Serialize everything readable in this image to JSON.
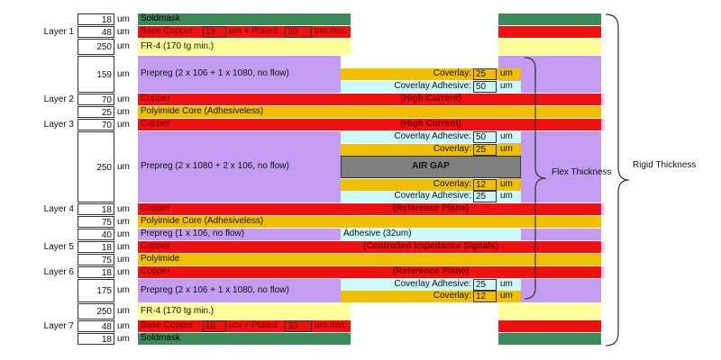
{
  "colors": {
    "soldmask": "#3a8a5a",
    "copper": "#ee1111",
    "fr4": "#ffff99",
    "prepreg": "#c49cf2",
    "coverlay": "#f0c000",
    "adhesive": "#ccfafa",
    "polyimide": "#f0c000",
    "airgap": "#808080",
    "pink": "#ffccff"
  },
  "unit": "um",
  "layers": [
    {
      "name": "",
      "thickness": "18",
      "label": "Soldmask"
    },
    {
      "name": "Layer 1",
      "thickness": "48",
      "label": "Base Copper",
      "plated_a": "18",
      "plated_mid": "um + Plated",
      "plated_b": "30",
      "plated_end": "um min."
    },
    {
      "name": "",
      "thickness": "250",
      "label": "FR-4 (170 tg min.)"
    },
    {
      "name": "",
      "thickness": "159",
      "label": "Prepreg (2 x 106 + 1 x 1080, no flow)"
    },
    {
      "name": "Layer 2",
      "thickness": "70",
      "label": "Copper",
      "center": "(High Current)"
    },
    {
      "name": "",
      "thickness": "25",
      "label": "Polyimide Core (Adhesiveless)"
    },
    {
      "name": "Layer 3",
      "thickness": "70",
      "label": "Copper",
      "center": "(High Current)"
    },
    {
      "name": "",
      "thickness": "250",
      "label": "Prepreg (2 x 1080 + 2 x 106, no flow)"
    },
    {
      "name": "Layer 4",
      "thickness": "18",
      "label": "Copper",
      "center": "(Reference Plane)"
    },
    {
      "name": "",
      "thickness": "75",
      "label": "Polyimide Core (Adhesiveless)"
    },
    {
      "name": "",
      "thickness": "40",
      "label": "Prepreg (1 x 106, no flow)",
      "center": "Adhesive (32um)"
    },
    {
      "name": "Layer 5",
      "thickness": "18",
      "label": "Copper",
      "center": "(Controlled Impedance Signals)"
    },
    {
      "name": "",
      "thickness": "75",
      "label": "Polyimide"
    },
    {
      "name": "Layer 6",
      "thickness": "18",
      "label": "Copper",
      "center": "(Reference Plane)"
    },
    {
      "name": "",
      "thickness": "175",
      "label": "Prepreg (2 x 106 + 1 x 1080, no flow)"
    },
    {
      "name": "",
      "thickness": "250",
      "label": "FR-4 (170 tg min.)"
    },
    {
      "name": "Layer 7",
      "thickness": "48",
      "label": "Base Copper",
      "plated_a": "18",
      "plated_mid": "um + Plated",
      "plated_b": "30",
      "plated_end": "um min."
    },
    {
      "name": "",
      "thickness": "18",
      "label": "Soldmask"
    }
  ],
  "flex": {
    "coverlay_label": "Coverlay:",
    "adhesive_label": "Coverlay Adhesive:",
    "coverlay_val": "25",
    "adhesive_val": "50",
    "adhesive_val2": "25",
    "coverlay_val2": "12",
    "air_gap": "AIR GAP"
  },
  "annotations": {
    "flex_thickness": "Flex Thickness",
    "rigid_thickness": "Rigid Thickness"
  }
}
